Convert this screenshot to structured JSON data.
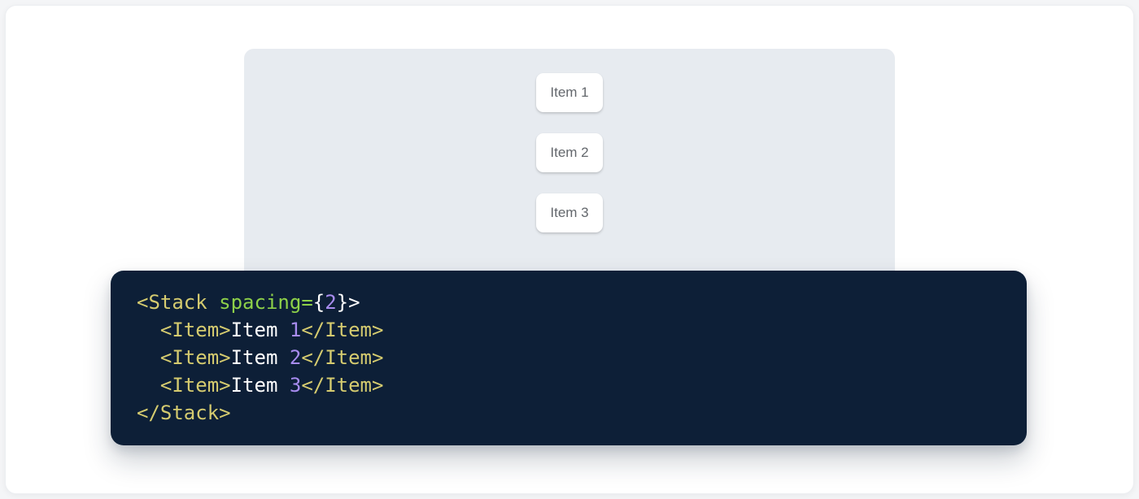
{
  "demo": {
    "items": [
      {
        "label": "Item 1"
      },
      {
        "label": "Item 2"
      },
      {
        "label": "Item 3"
      }
    ]
  },
  "code": {
    "lines": [
      {
        "tokens": [
          {
            "t": "<Stack ",
            "c": "tag"
          },
          {
            "t": "spacing",
            "c": "attr"
          },
          {
            "t": "=",
            "c": "attr"
          },
          {
            "t": "{",
            "c": "punct"
          },
          {
            "t": "2",
            "c": "num"
          },
          {
            "t": "}",
            "c": "punct"
          },
          {
            "t": ">",
            "c": "punct"
          }
        ]
      },
      {
        "tokens": [
          {
            "t": "  ",
            "c": "plain"
          },
          {
            "t": "<Item>",
            "c": "tag"
          },
          {
            "t": "Item ",
            "c": "plain"
          },
          {
            "t": "1",
            "c": "num"
          },
          {
            "t": "</Item>",
            "c": "tag"
          }
        ]
      },
      {
        "tokens": [
          {
            "t": "  ",
            "c": "plain"
          },
          {
            "t": "<Item>",
            "c": "tag"
          },
          {
            "t": "Item ",
            "c": "plain"
          },
          {
            "t": "2",
            "c": "num"
          },
          {
            "t": "</Item>",
            "c": "tag"
          }
        ]
      },
      {
        "tokens": [
          {
            "t": "  ",
            "c": "plain"
          },
          {
            "t": "<Item>",
            "c": "tag"
          },
          {
            "t": "Item ",
            "c": "plain"
          },
          {
            "t": "3",
            "c": "num"
          },
          {
            "t": "</Item>",
            "c": "tag"
          }
        ]
      },
      {
        "tokens": [
          {
            "t": "</Stack>",
            "c": "tag"
          }
        ]
      }
    ]
  },
  "colors": {
    "panel_bg": "#e7ebf0",
    "code_bg": "#0d1f37",
    "item_text": "#63676c",
    "tok_tag": "#d5cb6f",
    "tok_attr": "#8ed149",
    "tok_num": "#a88cf0",
    "tok_punct": "#ffffff",
    "tok_plain": "#ffffff"
  }
}
